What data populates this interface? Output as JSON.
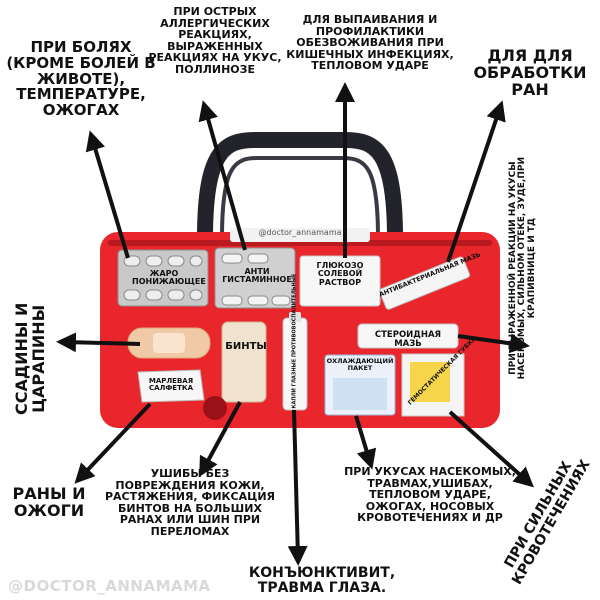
{
  "labels": {
    "pain": "ПРИ БОЛЯХ (КРОМЕ БОЛЕЙ В ЖИВОТЕ), ТЕМПЕРАТУРЕ, ОЖОГАХ",
    "allergy": "ПРИ ОСТРЫХ АЛЛЕРГИЧЕСКИХ РЕАКЦИЯХ, ВЫРАЖЕННЫХ РЕАКЦИЯХ НА УКУС, ПОЛЛИНОЗЕ",
    "dehydration": "ДЛЯ ВЫПАИВАНИЯ И ПРОФИЛАКТИКИ ОБЕЗВОЖИВАНИЯ ПРИ КИШЕЧНЫХ ИНФЕКЦИЯХ, ТЕПЛОВОМ УДАРЕ",
    "wounds_treatment": "ДЛЯ ДЛЯ ОБРАБОТКИ РАН",
    "severe_reaction": "ПРИ ВЫРАЖЕННОЙ РЕАКЦИИ НА УКУСЫ НАСЕКОМЫХ, СИЛЬНОМ ОТЕКЕ, ЗУДЕ,ПРИ КРАПИВНИЦЕ И ТД",
    "abrasions": "ССАДИНЫ И ЦАРАПИНЫ",
    "wounds_burns": "РАНЫ И ОЖОГИ",
    "bruises": "УШИБЫ БЕЗ ПОВРЕЖДЕНИЯ КОЖИ, РАСТЯЖЕНИЯ, ФИКСАЦИЯ БИНТОВ НА БОЛЬШИХ РАНАХ ИЛИ ШИН ПРИ ПЕРЕЛОМАХ",
    "eyes": "КОНЪЮНКТИВИТ, ТРАВМА ГЛАЗА.",
    "cold_pack": "ПРИ УКУСАХ НАСЕКОМЫХ, ТРАВМАХ,УШИБАХ, ТЕПЛОВОМ УДАРЕ, ОЖОГАХ, НОСОВЫХ КРОВОТЕЧЕНИЯХ И ДР",
    "bleeding": "ПРИ СИЛЬНЫХ КРОВОТЕЧЕНИЯХ"
  },
  "items": {
    "antipyretic": "ЖАРО ПОНИЖАЮЩЕЕ",
    "antihistamine": "АНТИ ГИСТАМИННОЕ",
    "glucose_solution": "ГЛЮКОЗО СОЛЕВОЙ РАСТВОР",
    "antibacterial_ointment": "АНТИБАКТЕРИАЛЬНАЯ МАЗЬ",
    "steroid_ointment": "СТЕРОИДНАЯ МАЗЬ",
    "bandages": "БИНТЫ",
    "gauze": "МАРЛЕВАЯ САЛФЕТКА",
    "eye_drops": "КАПЛИ ГЛАЗНЫЕ ПРОТИВОВОСПАЛИТЕЛЬНЫЕ",
    "cold_pack": "ОХЛАЖДАЮЩИЙ ПАКЕТ",
    "hemostatic": "ГЕМОСТАТИЧЕСКАЯ ГУБКА"
  },
  "bag_tag": "@doctor_annamama",
  "watermark": "@DOCTOR_ANNAMAMA",
  "colors": {
    "bag": "#e8262b",
    "bag_dark": "#b81a1f",
    "handle": "#23232b",
    "arrow": "#111111"
  }
}
